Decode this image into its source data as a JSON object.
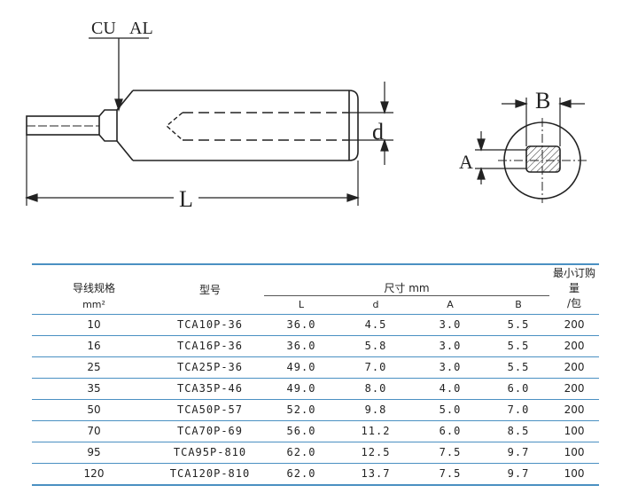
{
  "drawing": {
    "material_cu": "CU",
    "material_al": "AL",
    "dim_length": "L",
    "dim_d": "d",
    "dim_a": "A",
    "dim_b": "B"
  },
  "table": {
    "header": {
      "wire_spec": "导线规格",
      "wire_unit": "mm²",
      "model": "型号",
      "size": "尺寸 mm",
      "min_order": "最小订购量",
      "min_order_unit": "/包",
      "col_L": "L",
      "col_d": "d",
      "col_A": "A",
      "col_B": "B"
    },
    "rows": [
      {
        "size": "10",
        "model": "TCA10P-36",
        "L": "36.0",
        "d": "4.5",
        "A": "3.0",
        "B": "5.5",
        "qty": "200"
      },
      {
        "size": "16",
        "model": "TCA16P-36",
        "L": "36.0",
        "d": "5.8",
        "A": "3.0",
        "B": "5.5",
        "qty": "200"
      },
      {
        "size": "25",
        "model": "TCA25P-36",
        "L": "49.0",
        "d": "7.0",
        "A": "3.0",
        "B": "5.5",
        "qty": "200"
      },
      {
        "size": "35",
        "model": "TCA35P-46",
        "L": "49.0",
        "d": "8.0",
        "A": "4.0",
        "B": "6.0",
        "qty": "200"
      },
      {
        "size": "50",
        "model": "TCA50P-57",
        "L": "52.0",
        "d": "9.8",
        "A": "5.0",
        "B": "7.0",
        "qty": "200"
      },
      {
        "size": "70",
        "model": "TCA70P-69",
        "L": "56.0",
        "d": "11.2",
        "A": "6.0",
        "B": "8.5",
        "qty": "100"
      },
      {
        "size": "95",
        "model": "TCA95P-810",
        "L": "62.0",
        "d": "12.5",
        "A": "7.5",
        "B": "9.7",
        "qty": "100"
      },
      {
        "size": "120",
        "model": "TCA120P-810",
        "L": "62.0",
        "d": "13.7",
        "A": "7.5",
        "B": "9.7",
        "qty": "100"
      }
    ]
  }
}
